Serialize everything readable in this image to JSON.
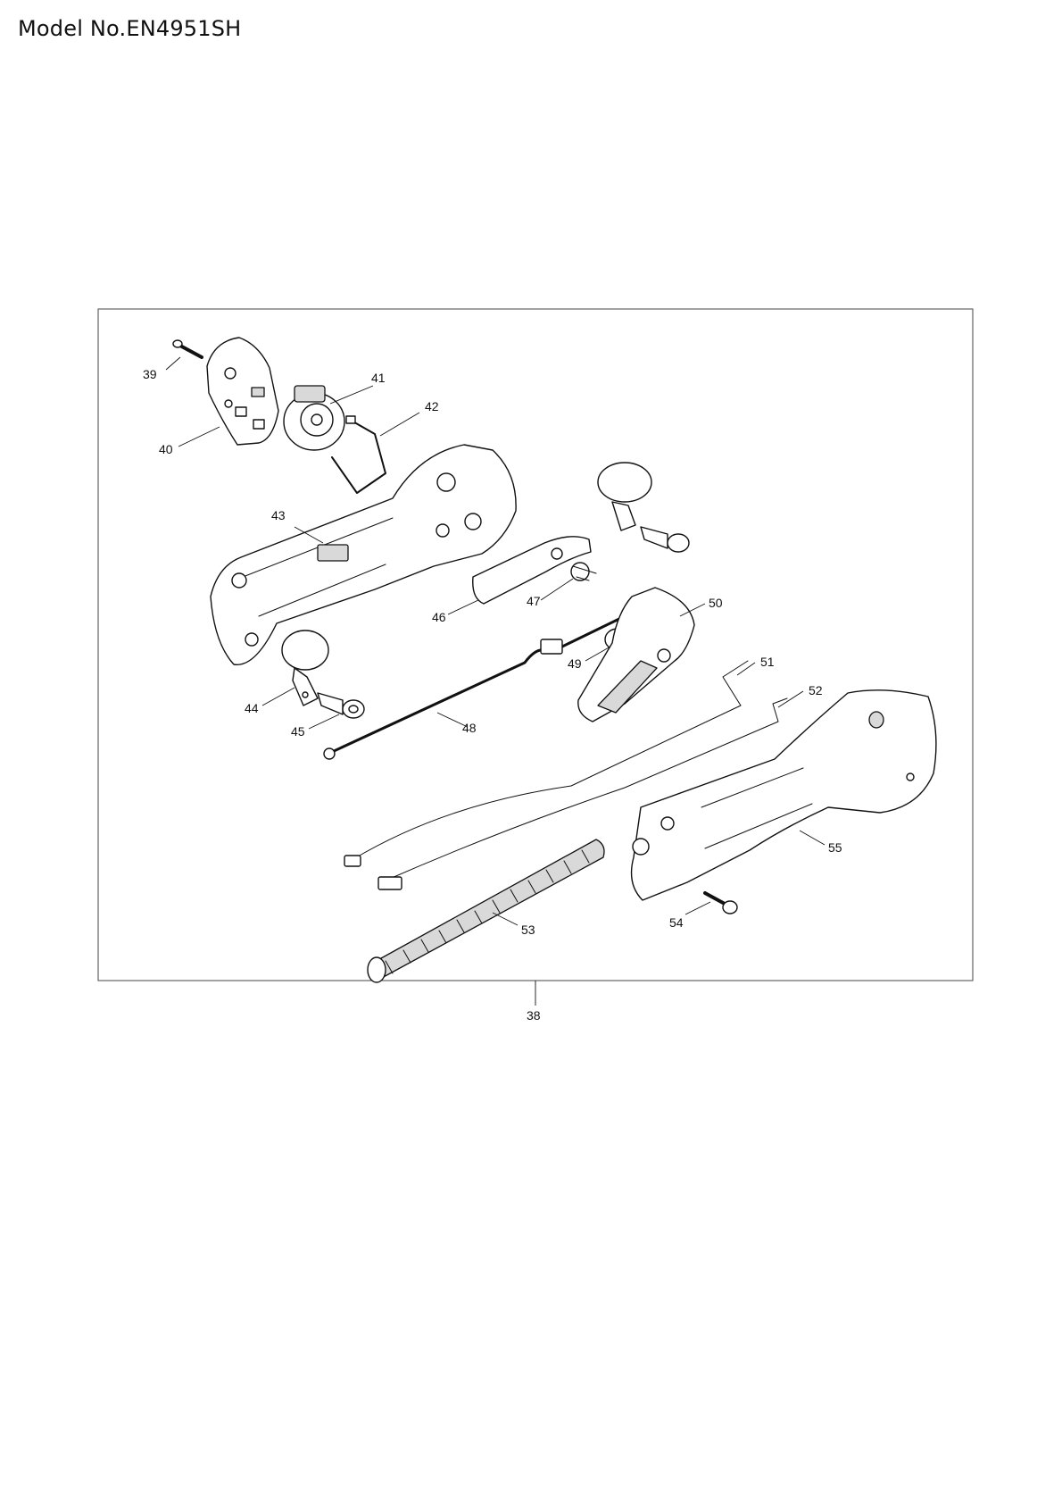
{
  "header": {
    "model": "Model No.EN4951SH"
  },
  "assembly": {
    "label": "38"
  },
  "callouts": [
    {
      "id": "39",
      "label": "39"
    },
    {
      "id": "40",
      "label": "40"
    },
    {
      "id": "41",
      "label": "41"
    },
    {
      "id": "42",
      "label": "42"
    },
    {
      "id": "43",
      "label": "43"
    },
    {
      "id": "44",
      "label": "44"
    },
    {
      "id": "45",
      "label": "45"
    },
    {
      "id": "46",
      "label": "46"
    },
    {
      "id": "47",
      "label": "47"
    },
    {
      "id": "48",
      "label": "48"
    },
    {
      "id": "49",
      "label": "49"
    },
    {
      "id": "50",
      "label": "50"
    },
    {
      "id": "51",
      "label": "51"
    },
    {
      "id": "52",
      "label": "52"
    },
    {
      "id": "53",
      "label": "53"
    },
    {
      "id": "54",
      "label": "54"
    },
    {
      "id": "55",
      "label": "55"
    }
  ]
}
